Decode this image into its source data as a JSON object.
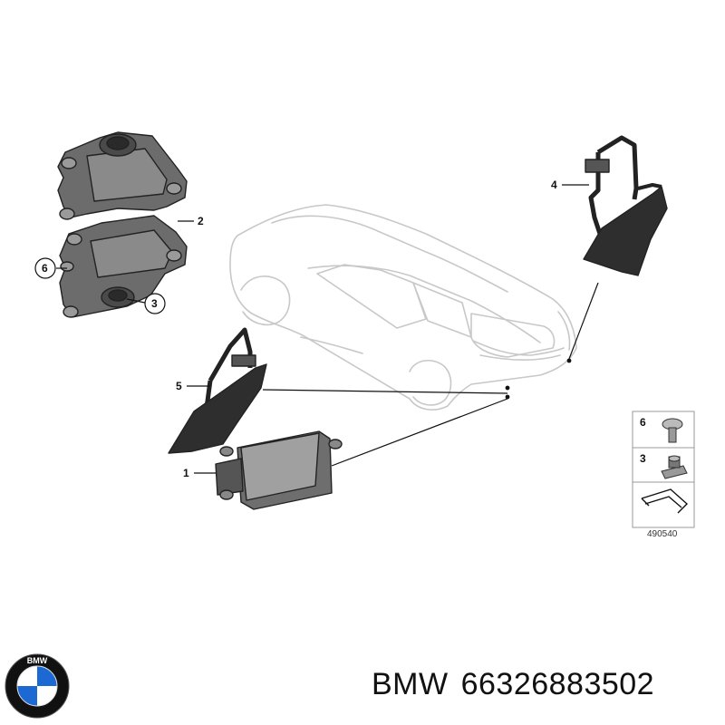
{
  "callouts": {
    "c1": "1",
    "c2": "2",
    "c3": "3",
    "c4": "4",
    "c5": "5",
    "c6": "6"
  },
  "legend": {
    "item_6": "6",
    "item_3": "3",
    "reference": "490540"
  },
  "footer": {
    "brand": "BMW",
    "part_number": "66326883502"
  },
  "logo": {
    "letters": "BMW",
    "colors": {
      "blue": "#1c69d4",
      "white": "#ffffff",
      "ring": "#111111"
    }
  }
}
